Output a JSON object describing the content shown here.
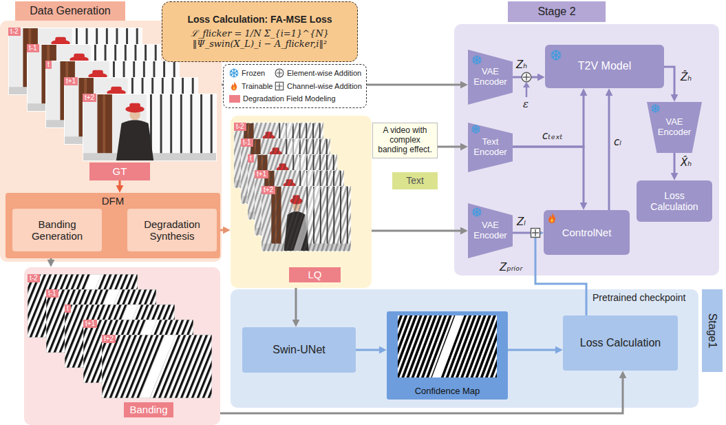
{
  "diagram": {
    "nodes": [
      {
        "text": [
          "Data Generation"
        ]
      },
      {
        "text": [
          "GT"
        ],
        "in": 0
      },
      {
        "text": [
          "DFM"
        ],
        "in": 0
      },
      {
        "text": [
          "Banding Generation"
        ],
        "in": 2
      },
      {
        "text": [
          "Degradation Synthesis"
        ],
        "in": 2
      },
      {
        "text": [
          "Loss Calculation: FA-MSE Loss",
          "ℒ_flicker = 1/N Σ_{i=1}^{N} ‖Ψ_swin(X_L)_i − A_flicker,i‖²"
        ]
      },
      {
        "text": [
          "Stage 2"
        ]
      },
      {
        "text": [
          "VAE Encoder"
        ],
        "in": 6
      },
      {
        "text": [
          "T2V Model"
        ],
        "in": 6
      },
      {
        "text": [
          "VAE Encoder"
        ],
        "in": 6
      },
      {
        "text": [
          "Text Encoder"
        ],
        "in": 6
      },
      {
        "text": [
          "ControlNet"
        ],
        "in": 6
      },
      {
        "text": [
          "Loss Calculation"
        ],
        "in": 6
      },
      {
        "text": [
          "VAE Encoder"
        ],
        "in": 6
      },
      {
        "text": [
          "LQ"
        ]
      },
      {
        "text": [
          "A video with complex banding effect."
        ]
      },
      {
        "text": [
          "Text"
        ]
      },
      {
        "text": [
          "Banding"
        ]
      },
      {
        "text": [
          "Stage1"
        ]
      },
      {
        "text": [
          "Swin-UNet"
        ],
        "in": 18
      },
      {
        "text": [
          "Confidence Map"
        ],
        "in": 18
      },
      {
        "text": [
          "Loss Calculation"
        ],
        "in": 18
      }
    ],
    "edges": [
      {
        "from": 1,
        "to": 2,
        "arrow": "to"
      },
      {
        "from": 3,
        "to": 4,
        "arrow": "to"
      },
      {
        "from": 3,
        "to": 17,
        "arrow": "to"
      },
      {
        "from": 4,
        "to": 14,
        "arrow": "to"
      },
      {
        "from": 0,
        "to": 7,
        "arrow": "to"
      },
      {
        "from": 14,
        "to": 13,
        "arrow": "to"
      },
      {
        "from": 15,
        "to": 10,
        "arrow": "to"
      },
      {
        "from": 10,
        "to": 8,
        "label": "cₜₑₓₜ",
        "arrow": "to"
      },
      {
        "from": 10,
        "to": 11,
        "arrow": "to"
      },
      {
        "from": 7,
        "to": 8,
        "label": "Zₕ",
        "arrow": "to"
      },
      {
        "from": 11,
        "to": 8,
        "label": "cₗ",
        "arrow": "to"
      },
      {
        "from": 8,
        "to": 9,
        "label": "Ẑₕ",
        "arrow": "to"
      },
      {
        "from": 9,
        "to": 12,
        "label": "X̂ₕ",
        "arrow": "to"
      },
      {
        "from": 13,
        "to": 11,
        "label": "Zₗ",
        "arrow": "to"
      },
      {
        "from": 21,
        "to": 11,
        "label": "Pretrained checkpoint",
        "arrow": "to"
      },
      {
        "from": 14,
        "to": 19,
        "arrow": "to"
      },
      {
        "from": 19,
        "to": 20,
        "arrow": "to"
      },
      {
        "from": 20,
        "to": 21,
        "arrow": "to"
      },
      {
        "from": 17,
        "to": 21,
        "arrow": "to"
      }
    ],
    "labels": [
      "t-2",
      "t-1",
      "t",
      "t+1",
      "t+2",
      "t-2",
      "t-1",
      "t",
      "t+1",
      "t+2",
      "t-2",
      "t-1",
      "t",
      "t+1",
      "t+2",
      "ε",
      "Zₚᵣᵢₒᵣ"
    ],
    "legend": [
      {
        "text": "Frozen"
      },
      {
        "text": "Element-wise Addition"
      },
      {
        "text": "Trainable"
      },
      {
        "text": "Channel-wise Addition"
      },
      {
        "text": "Degradation Field Modeling",
        "color": "#EE8088"
      }
    ]
  }
}
